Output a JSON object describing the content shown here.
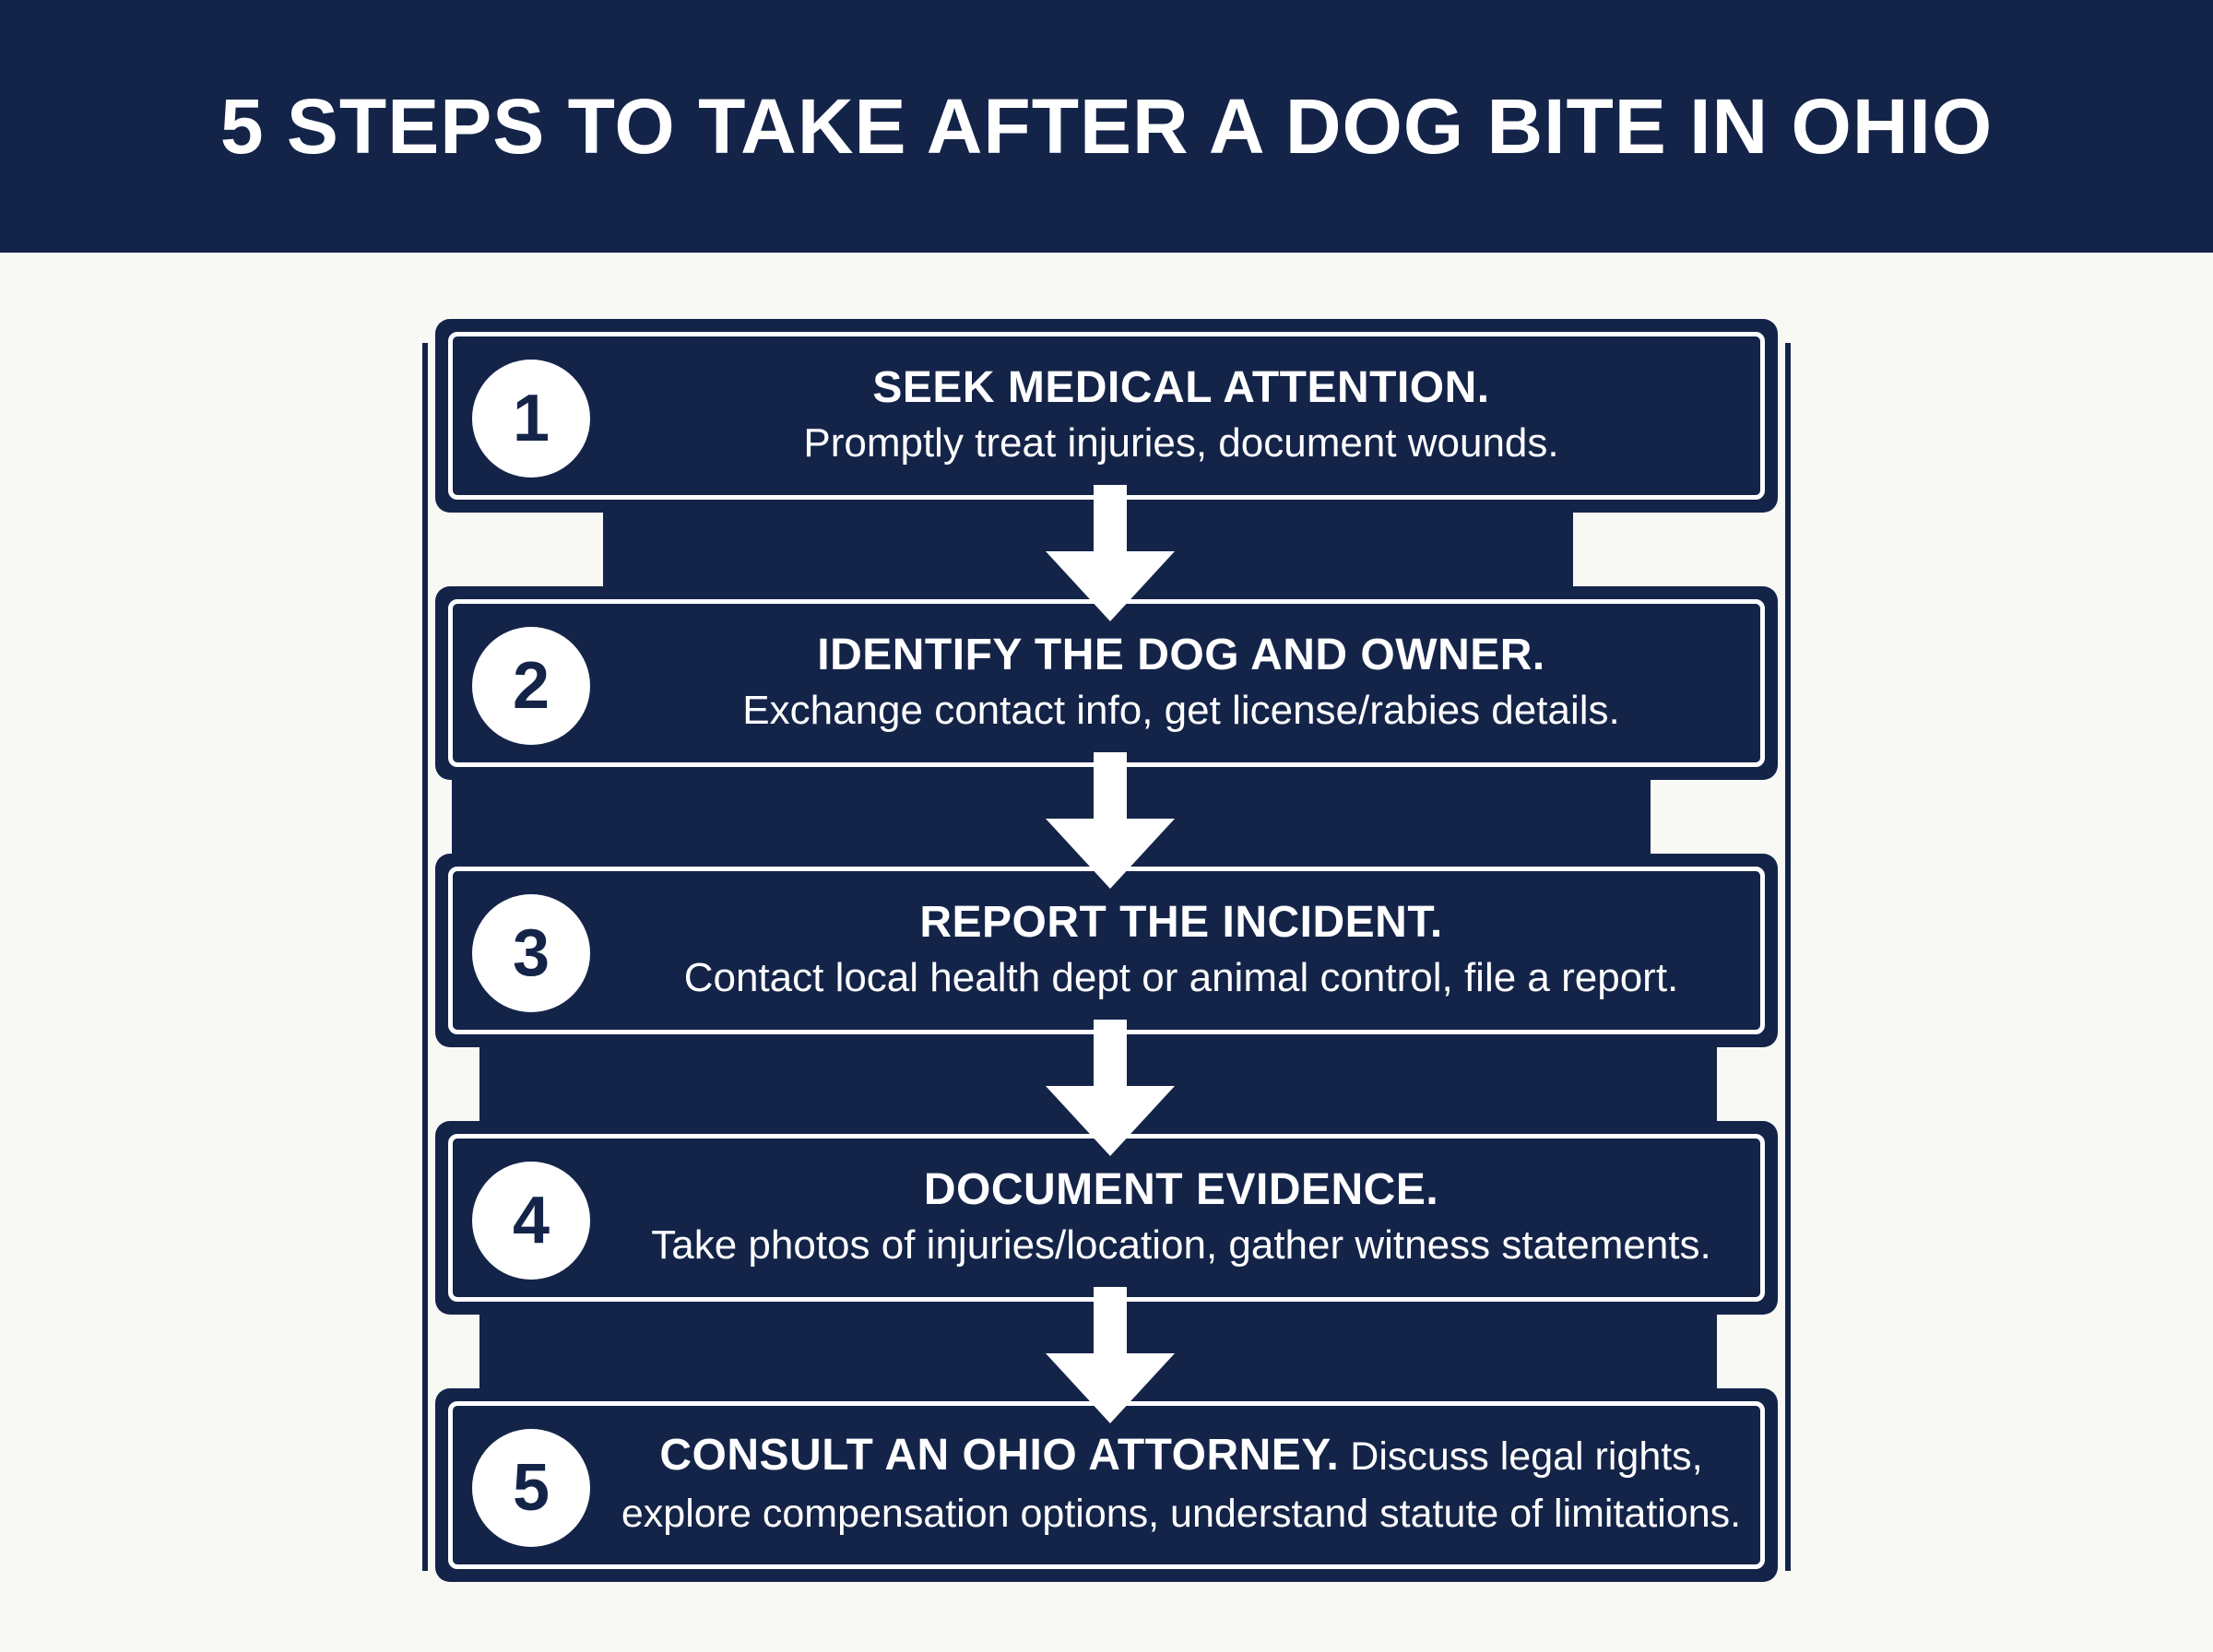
{
  "title": "5 STEPS TO TAKE AFTER A DOG BITE IN OHIO",
  "colors": {
    "navy": "#142449",
    "white": "#ffffff",
    "background": "#f8f8f5"
  },
  "steps": [
    {
      "number": "1",
      "heading": "SEEK MEDICAL ATTENTION.",
      "description": "Promptly treat injuries, document wounds."
    },
    {
      "number": "2",
      "heading": "IDENTIFY THE DOG AND OWNER.",
      "description": "Exchange contact info, get license/rabies details."
    },
    {
      "number": "3",
      "heading": "REPORT THE INCIDENT.",
      "description": "Contact local health dept or animal control, file a report."
    },
    {
      "number": "4",
      "heading": "DOCUMENT EVIDENCE.",
      "description": "Take photos of injuries/location, gather witness statements."
    },
    {
      "number": "5",
      "heading": "CONSULT AN OHIO ATTORNEY.",
      "description_part1": "Discuss legal rights,",
      "description_part2": "explore compensation options, understand statute of limitations."
    }
  ]
}
